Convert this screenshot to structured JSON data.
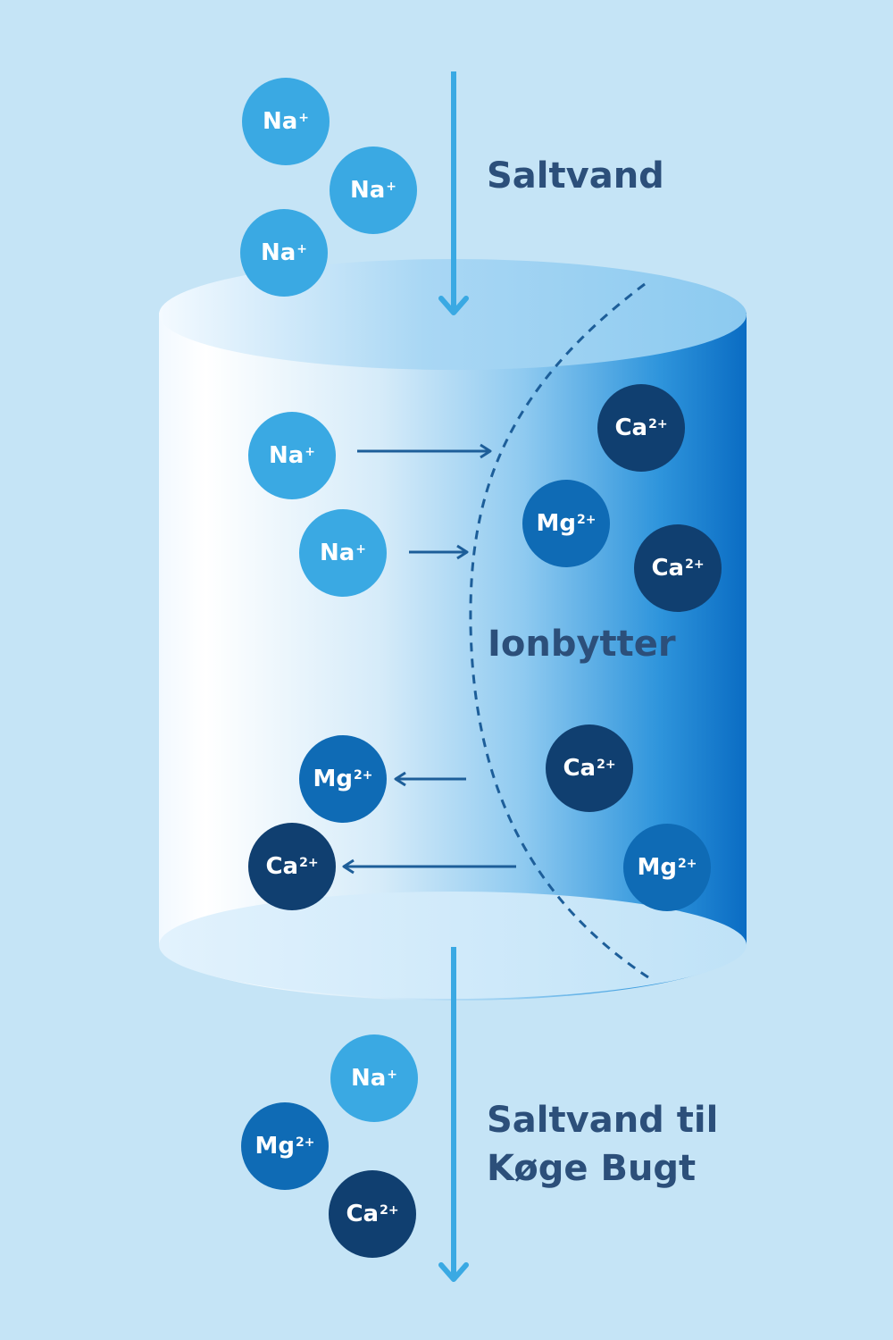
{
  "labels": {
    "top": "Saltvand",
    "middle": "Ionbytter",
    "bottom_line1": "Saltvand til",
    "bottom_line2": "Køge Bugt"
  },
  "ions": {
    "na": {
      "symbol": "Na",
      "charge": "+"
    },
    "mg": {
      "symbol": "Mg",
      "charge": "2+"
    },
    "ca": {
      "symbol": "Ca",
      "charge": "2+"
    }
  },
  "colors": {
    "background": "#c5e4f6",
    "label_text": "#2c4f7a",
    "arrow": "#3aa9e3",
    "inner_arrow": "#1d5e99",
    "na_ion": "#3aa9e3",
    "mg_ion": "#0f6bb5",
    "ca_ion": "#103f70",
    "cylinder_light": "#ffffff",
    "cylinder_dark": "#0a6cc3"
  }
}
